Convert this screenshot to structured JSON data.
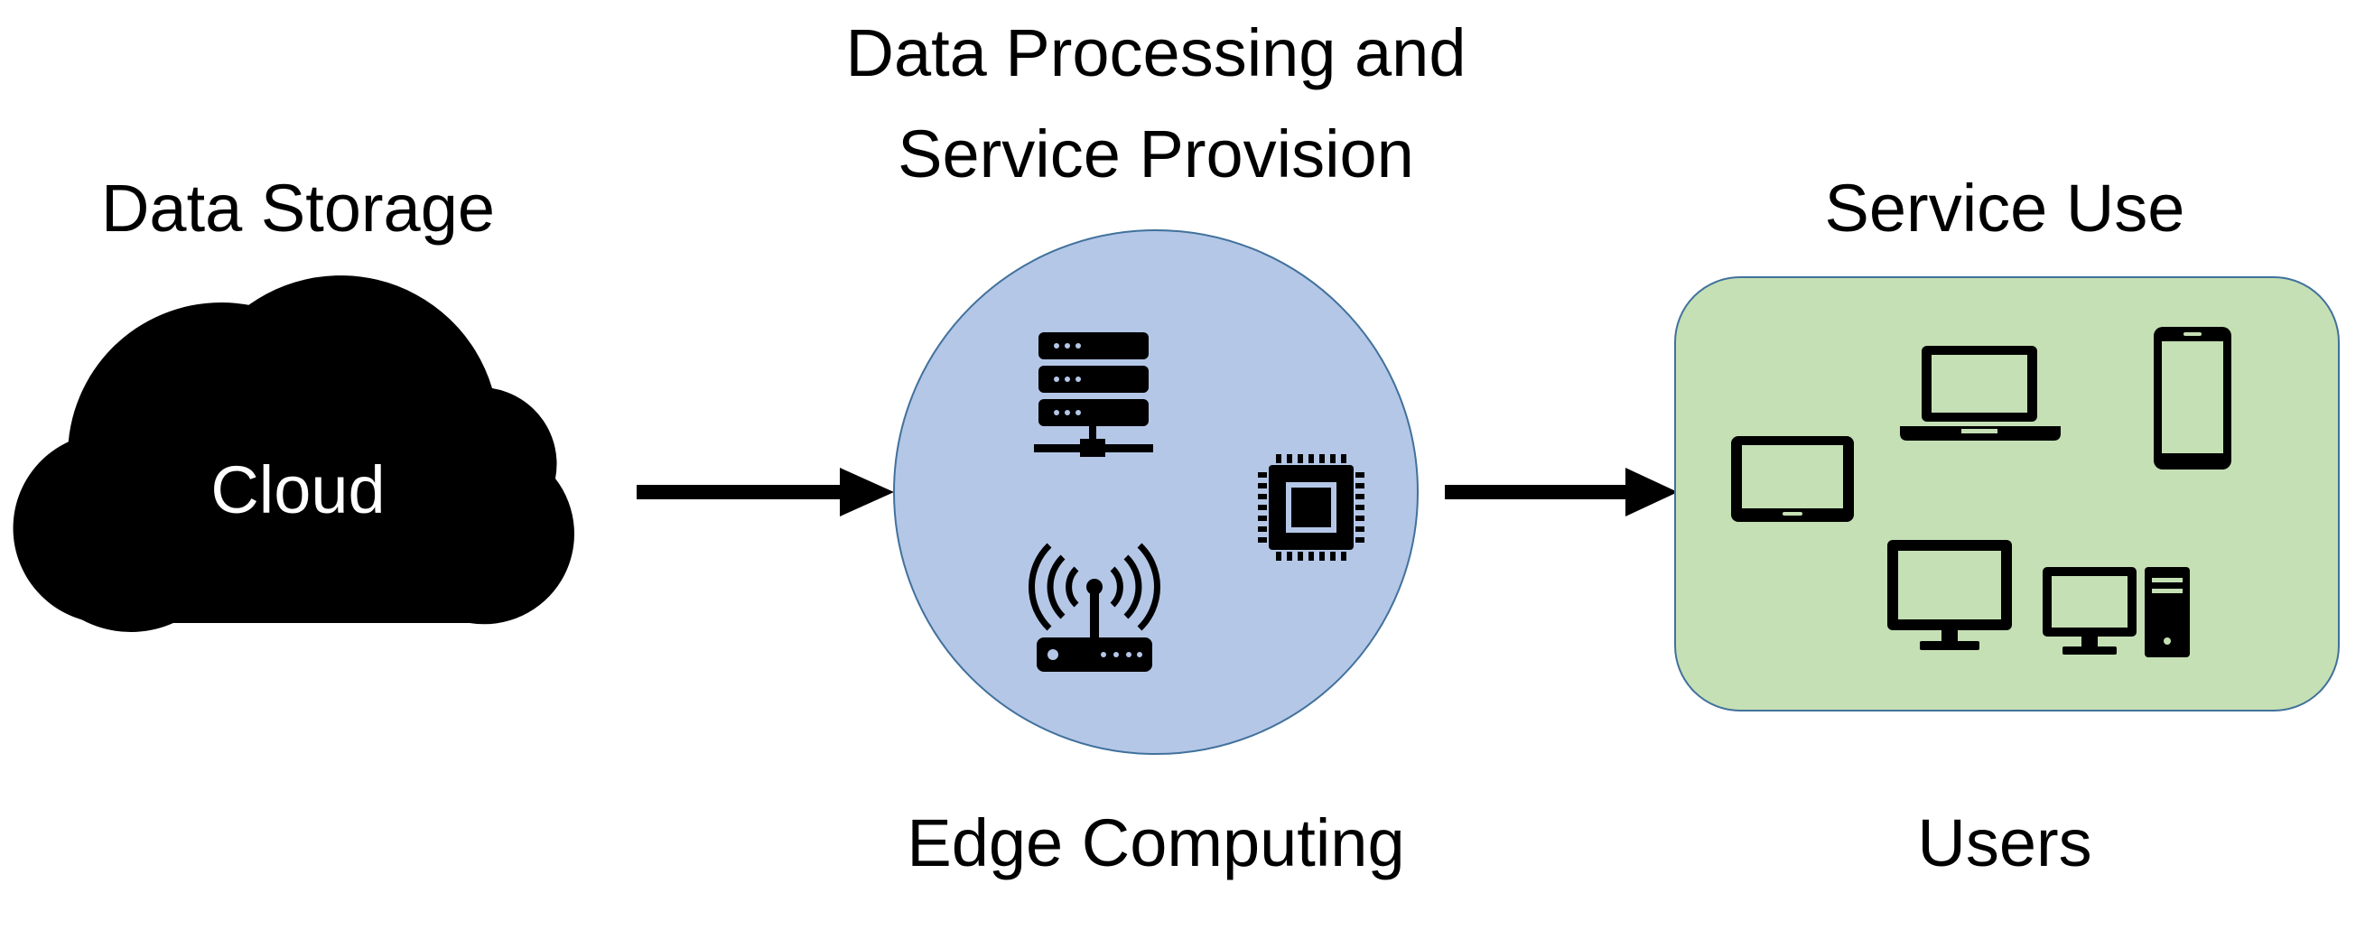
{
  "cloud_section": {
    "title": "Data Storage",
    "label": "Cloud"
  },
  "edge_section": {
    "title_line1": "Data Processing and",
    "title_line2": "Service Provision",
    "caption": "Edge Computing",
    "icons": [
      "server-rack-icon",
      "cpu-chip-icon",
      "wifi-router-icon"
    ]
  },
  "users_section": {
    "title": "Service Use",
    "caption": "Users",
    "icons": [
      "laptop-icon",
      "smartphone-icon",
      "tablet-icon",
      "monitor-icon",
      "desktop-computer-icon"
    ]
  },
  "colors": {
    "edge_circle_fill": "#b4c7e7",
    "users_box_fill": "#c5e0b4",
    "outline": "#41719c",
    "icon": "#000000"
  }
}
